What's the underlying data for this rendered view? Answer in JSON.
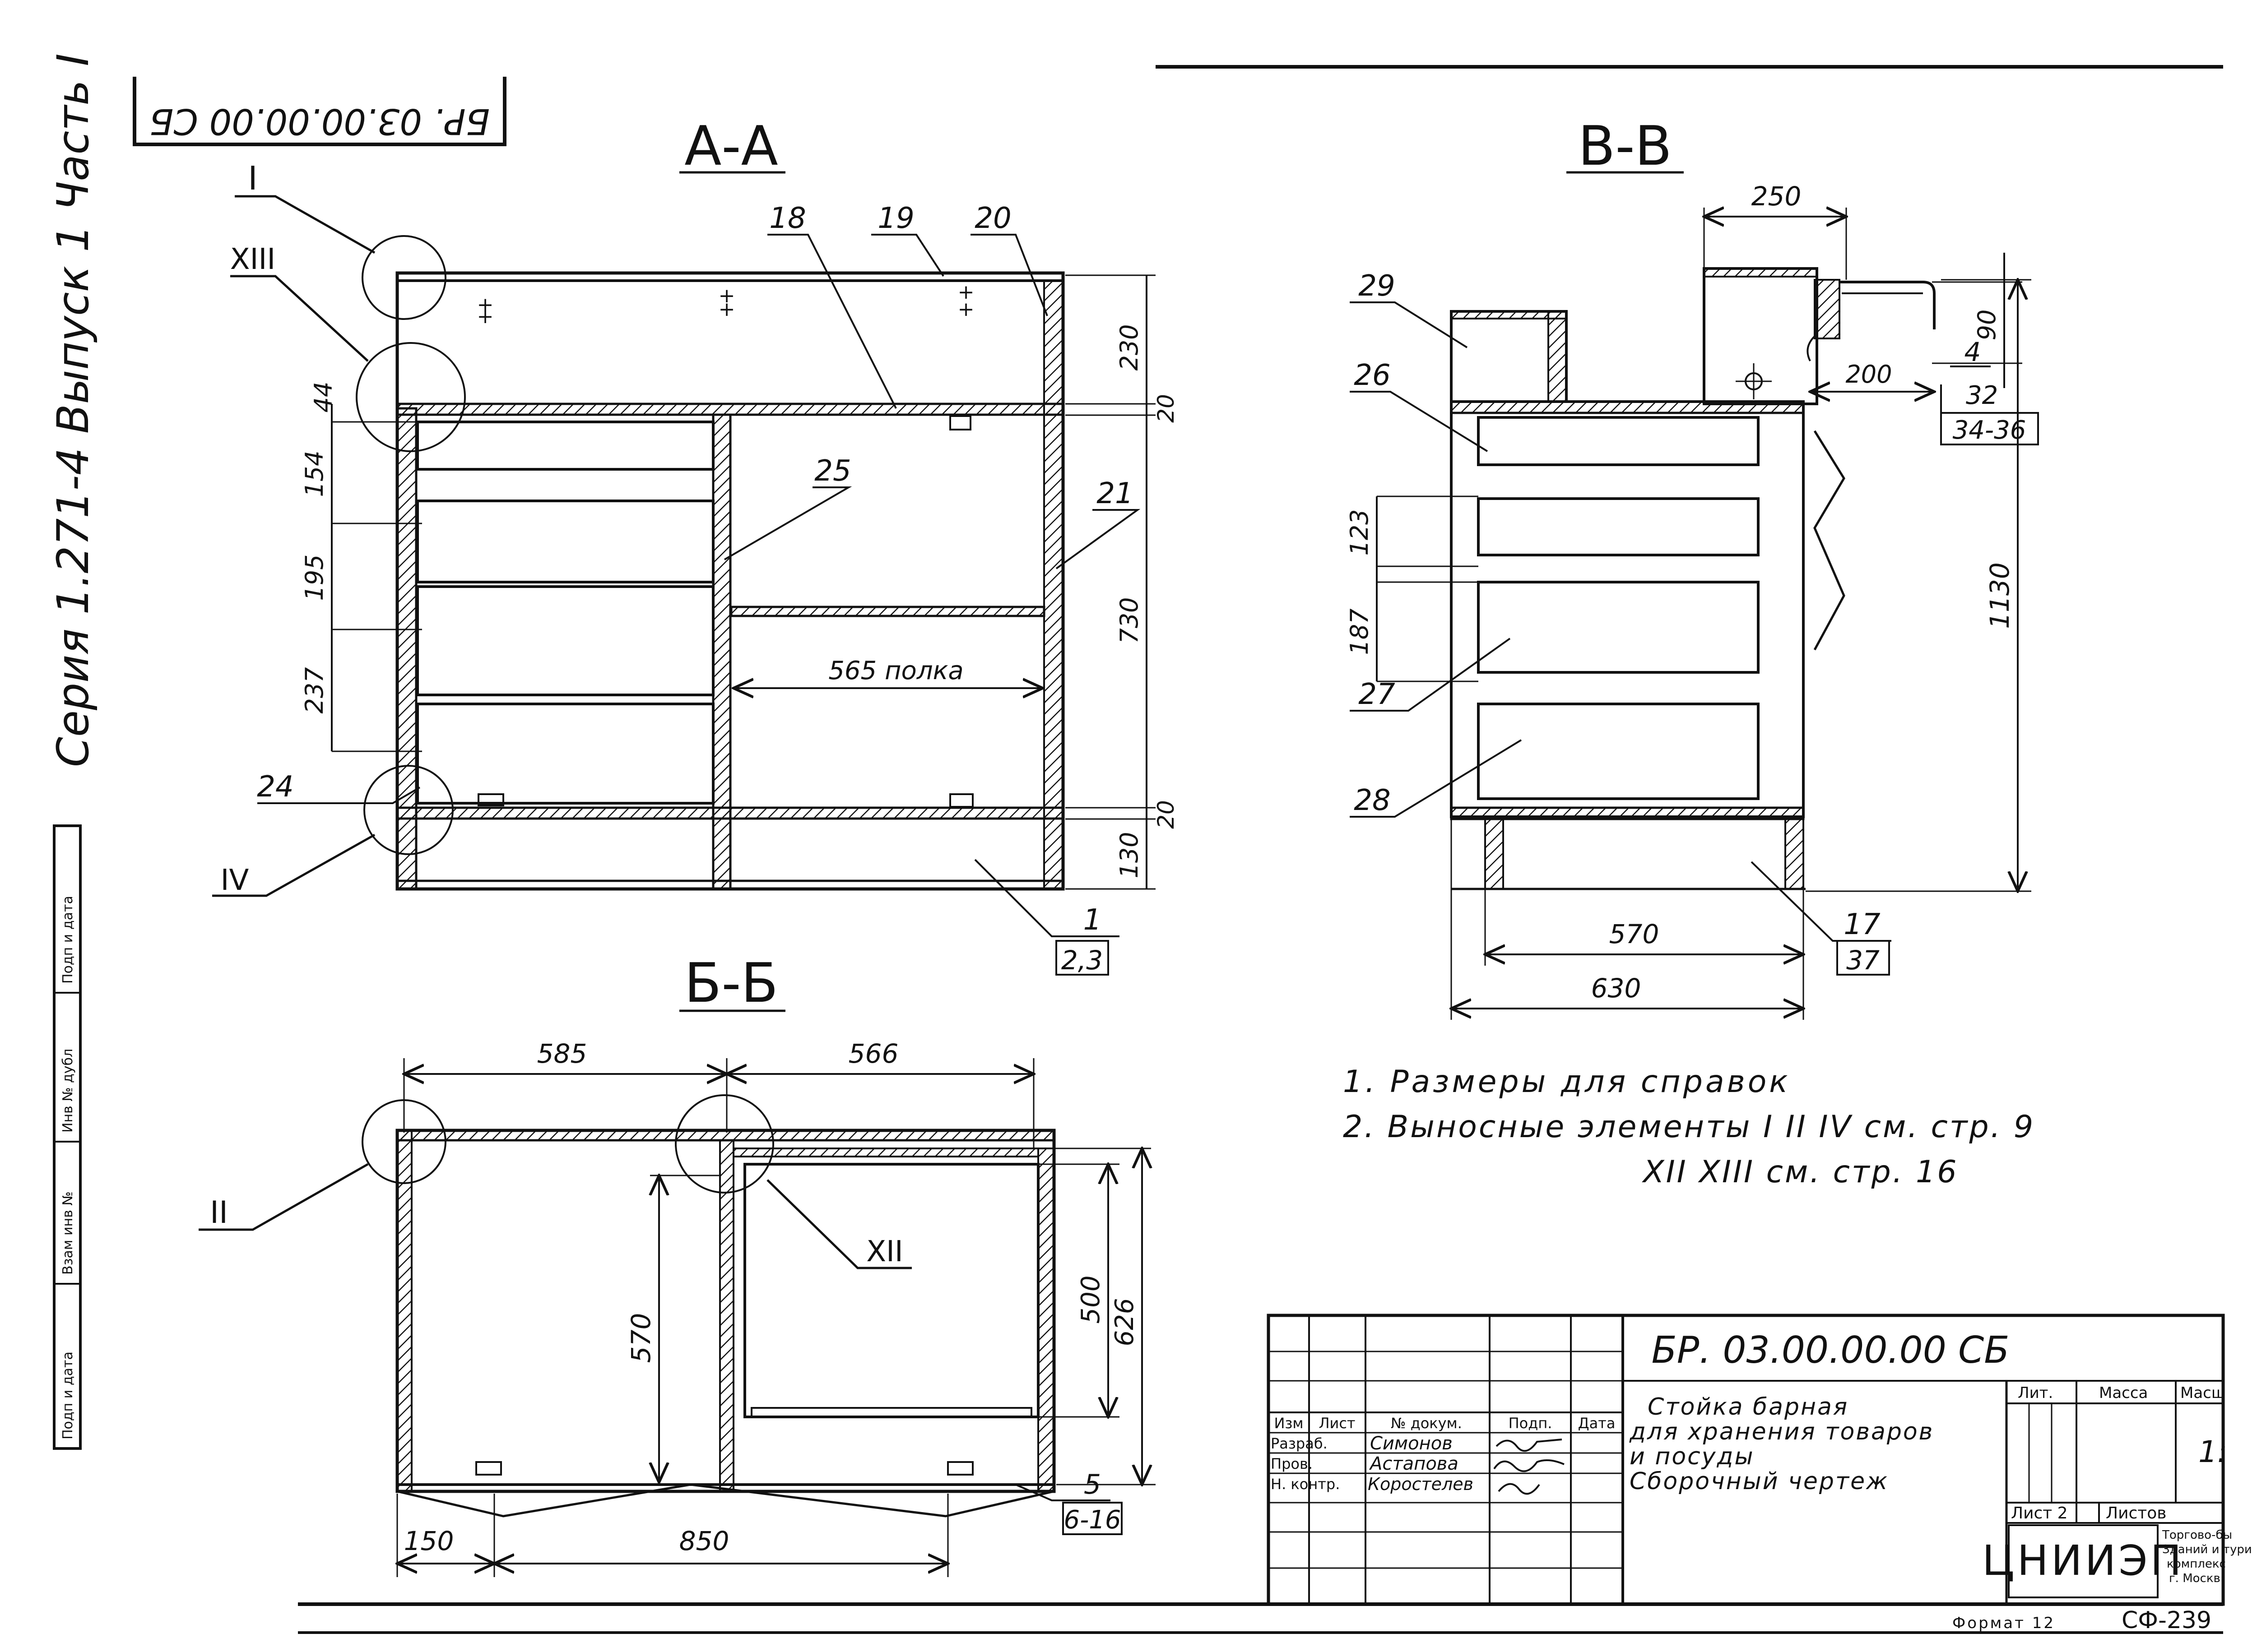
{
  "stamp_code": "БР. 03.00.00.00 СБ",
  "series_text": "Серия 1.271-4 Выпуск 1 Часть I",
  "left_table": [
    "Взам инв №",
    "Инв № дубл",
    "Подп и дата",
    "Подп и дата"
  ],
  "sections": {
    "aa": {
      "title": "А-А",
      "callouts": [
        "I",
        "XIII",
        "IV"
      ],
      "positions": [
        "18",
        "19",
        "20",
        "25",
        "21",
        "24",
        "1",
        "2,3"
      ],
      "dims_left": [
        "44",
        "154",
        "195",
        "237"
      ],
      "dims_right": [
        "230",
        "20",
        "730",
        "20",
        "130"
      ],
      "shelf": "565 полка"
    },
    "vv": {
      "title": "В-В",
      "positions": [
        "29",
        "26",
        "27",
        "28",
        "17",
        "37",
        "4",
        "32",
        "34-36"
      ],
      "dims": [
        "250",
        "90",
        "200",
        "123",
        "187",
        "1130",
        "570",
        "630"
      ]
    },
    "bb": {
      "title": "Б-Б",
      "callouts": [
        "II",
        "XII"
      ],
      "positions": [
        "5",
        "6-16"
      ],
      "dims": [
        "585",
        "566",
        "570",
        "500",
        "626",
        "150",
        "850"
      ]
    }
  },
  "notes": [
    "1. Размеры для справок",
    "2. Выносные элементы I II IV см. стр. 9",
    "XII XIII см. стр. 16"
  ],
  "title_block": {
    "doc_code": "БР. 03.00.00.00 СБ",
    "name_lines": [
      "Стойка барная",
      "для хранения товаров",
      "и посуды",
      "Сборочный чертеж"
    ],
    "header": [
      "Изм",
      "Лист",
      "№ докум.",
      "Подп.",
      "Дата"
    ],
    "rows": [
      {
        "role": "Разраб.",
        "name": "Симонов"
      },
      {
        "role": "Пров.",
        "name": "Астапова"
      },
      {
        "role": "Н. контр.",
        "name": "Коростелев"
      }
    ],
    "lit": "Лит.",
    "massa": "Масса",
    "masshtab": "Масш",
    "scale": "1:",
    "list": "Лист 2",
    "listov": "Листов",
    "org_logo": "ЦНИИЭП",
    "org_lines": [
      "Торгово-бы",
      "Зданий и тури",
      "комплекс",
      "г. Москв"
    ],
    "format": "Формат 12",
    "sheet_code": "СФ-239"
  }
}
